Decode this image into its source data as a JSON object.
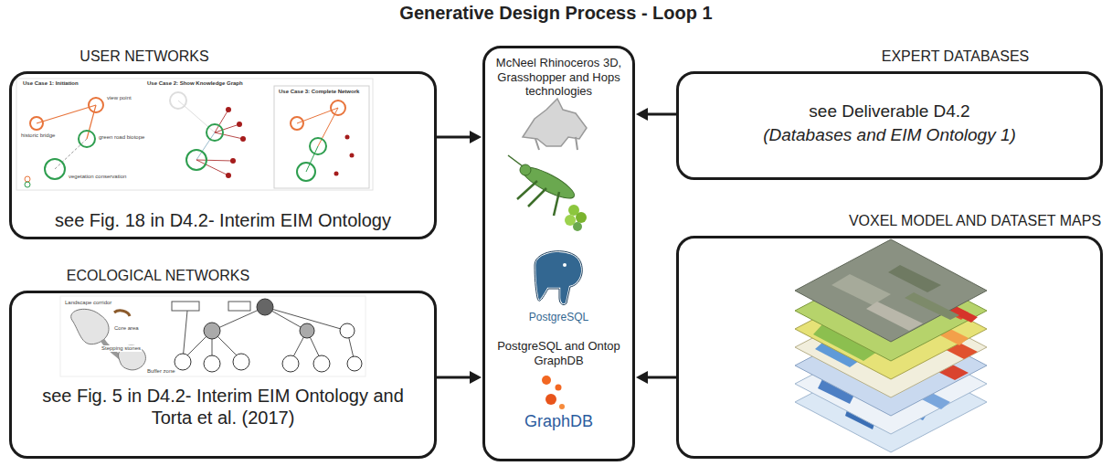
{
  "diagram": {
    "title": "Generative Design Process - Loop 1",
    "nodes": [
      {
        "text": [
          "USER NETWORKS",
          "see Fig. 18 in D4.2- Interim EIM Ontology"
        ]
      },
      {
        "text": [
          "ECOLOGICAL NETWORKS",
          "see Fig. 5 in D4.2- Interim EIM Ontology and Torta et al. (2017)"
        ]
      },
      {
        "text": [
          "McNeel Rhinoceros 3D, Grasshopper and Hops technologies",
          "PostgreSQL",
          "PostgreSQL and Ontop GraphDB",
          "GraphDB"
        ]
      },
      {
        "text": [
          "EXPERT DATABASES",
          "see Deliverable D4.2",
          "(Databases and EIM Ontology 1)"
        ]
      },
      {
        "text": [
          "VOXEL MODEL AND DATASET MAPS"
        ]
      }
    ],
    "edges": [
      {
        "from": 0,
        "to": 2,
        "arrow": "to"
      },
      {
        "from": 1,
        "to": 2,
        "arrow": "to"
      },
      {
        "from": 3,
        "to": 2,
        "arrow": "to"
      },
      {
        "from": 4,
        "to": 2,
        "arrow": "to"
      }
    ],
    "labels": [
      "Use Case 1: Initiation",
      "Use Case 2: Show Knowledge Graph",
      "Use Case 3: Complete Network",
      "view point",
      "historic bridge",
      "green road biotope",
      "vegetation conservation",
      "Landscape corridor",
      "Core area",
      "Stepping stones",
      "Buffer zone"
    ]
  }
}
